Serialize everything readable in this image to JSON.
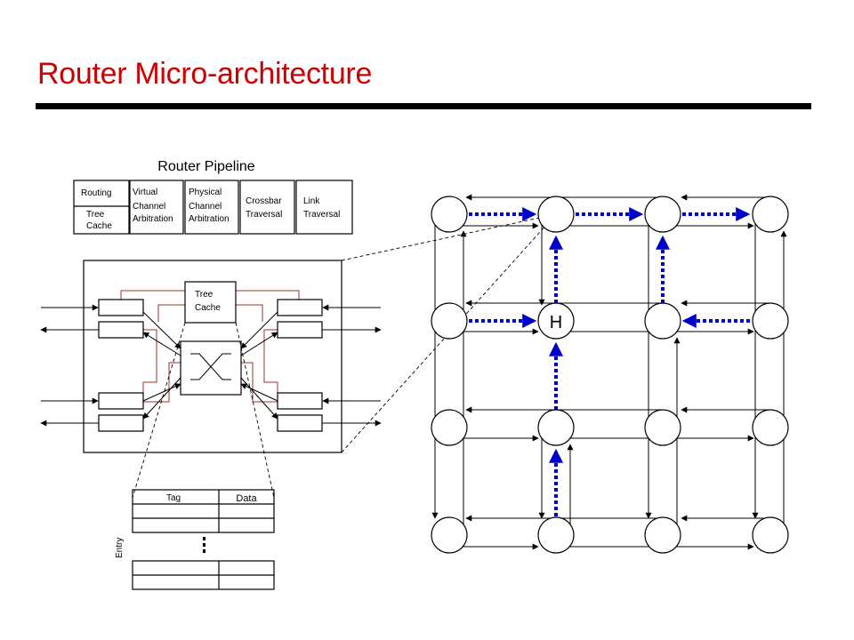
{
  "slide": {
    "title": "Router Micro-architecture",
    "title_color": "#cc0000"
  },
  "pipeline": {
    "title": "Router Pipeline",
    "stage1_top": "Routing",
    "stage1_bottom": [
      "Tree",
      "Cache"
    ],
    "stage2": [
      "Virtual",
      "Channel",
      "Arbitration"
    ],
    "stage3": [
      "Physical",
      "Channel",
      "Arbitration"
    ],
    "stage4": [
      "Crossbar",
      "Traversal"
    ],
    "stage5": [
      "Link",
      "Traversal"
    ]
  },
  "router": {
    "tree_cache": [
      "Tree",
      "Cache"
    ],
    "wire_color": "#993333"
  },
  "cache_table": {
    "tag_header": "Tag",
    "data_header": "Data",
    "entry_label": "Entry"
  },
  "mesh": {
    "rows": 4,
    "cols": 4,
    "home_node_label": "H",
    "home_node": [
      1,
      1
    ],
    "highlight_color": "#0000cc"
  }
}
